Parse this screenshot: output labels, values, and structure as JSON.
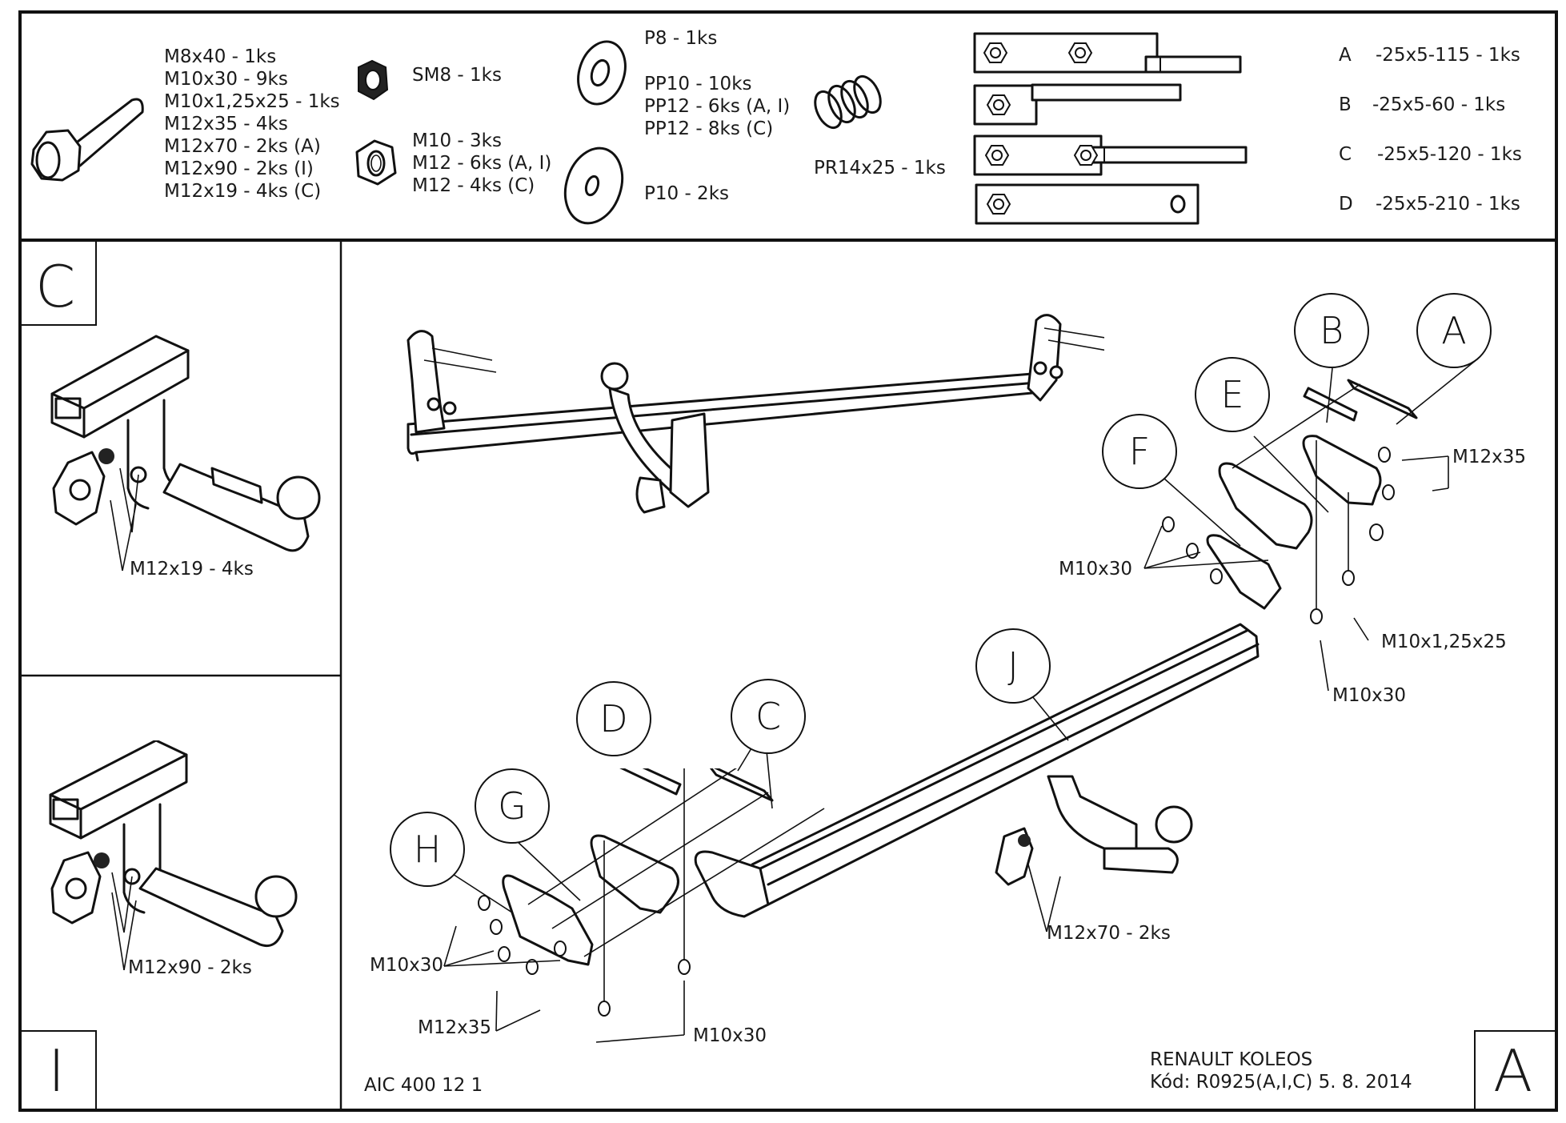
{
  "document": {
    "title": "Towbar assembly instructions",
    "vehicle": "RENAULT KOLEOS",
    "code_line": "Kód: R0925(A,I,C)  5. 8. 2014",
    "drawing_number": "AIC 400 12 1",
    "variant_labels": {
      "top_left": "C",
      "bottom_left": "I",
      "bottom_right": "A"
    }
  },
  "parts_list": {
    "bolts": [
      "M8x40 - 1ks",
      "M10x30 - 9ks",
      "M10x1,25x25 - 1ks",
      "M12x35 - 4ks",
      "M12x70 - 2ks (A)",
      "M12x90 - 2ks (I)",
      "M12x19 - 4ks (C)"
    ],
    "self_locking_nut": "SM8 - 1ks",
    "nuts": [
      "M10 - 3ks",
      "M12 - 6ks (A, I)",
      "M12 - 4ks (C)"
    ],
    "small_washer": "P8 - 1ks",
    "spring_washers": [
      "PP10 - 10ks",
      "PP12 - 6ks (A, I)",
      "PP12 - 8ks (C)"
    ],
    "large_washer": "P10 - 2ks",
    "spring": "PR14x25 - 1ks",
    "plates": [
      {
        "letter": "A",
        "spec": "-25x5-115 - 1ks"
      },
      {
        "letter": "B",
        "spec": "-25x5-60 - 1ks"
      },
      {
        "letter": "C",
        "spec": "-25x5-120 - 1ks"
      },
      {
        "letter": "D",
        "spec": "-25x5-210 - 1ks"
      }
    ]
  },
  "panel_c": {
    "callout": "M12x19 - 4ks"
  },
  "panel_i": {
    "callout": "M12x90 - 2ks"
  },
  "main_view": {
    "bubbles": [
      "A",
      "B",
      "C",
      "D",
      "E",
      "F",
      "G",
      "H",
      "J"
    ],
    "callouts": {
      "right_m12x35": "M12x35",
      "right_m10x30_left": "M10x30",
      "right_m10x125x25": "M10x1,25x25",
      "right_m10x30_bottom": "M10x30",
      "left_m10x30": "M10x30",
      "left_m12x35": "M12x35",
      "left_m10x30_bottom": "M10x30",
      "ball_m12x70": "M12x70 - 2ks"
    }
  }
}
